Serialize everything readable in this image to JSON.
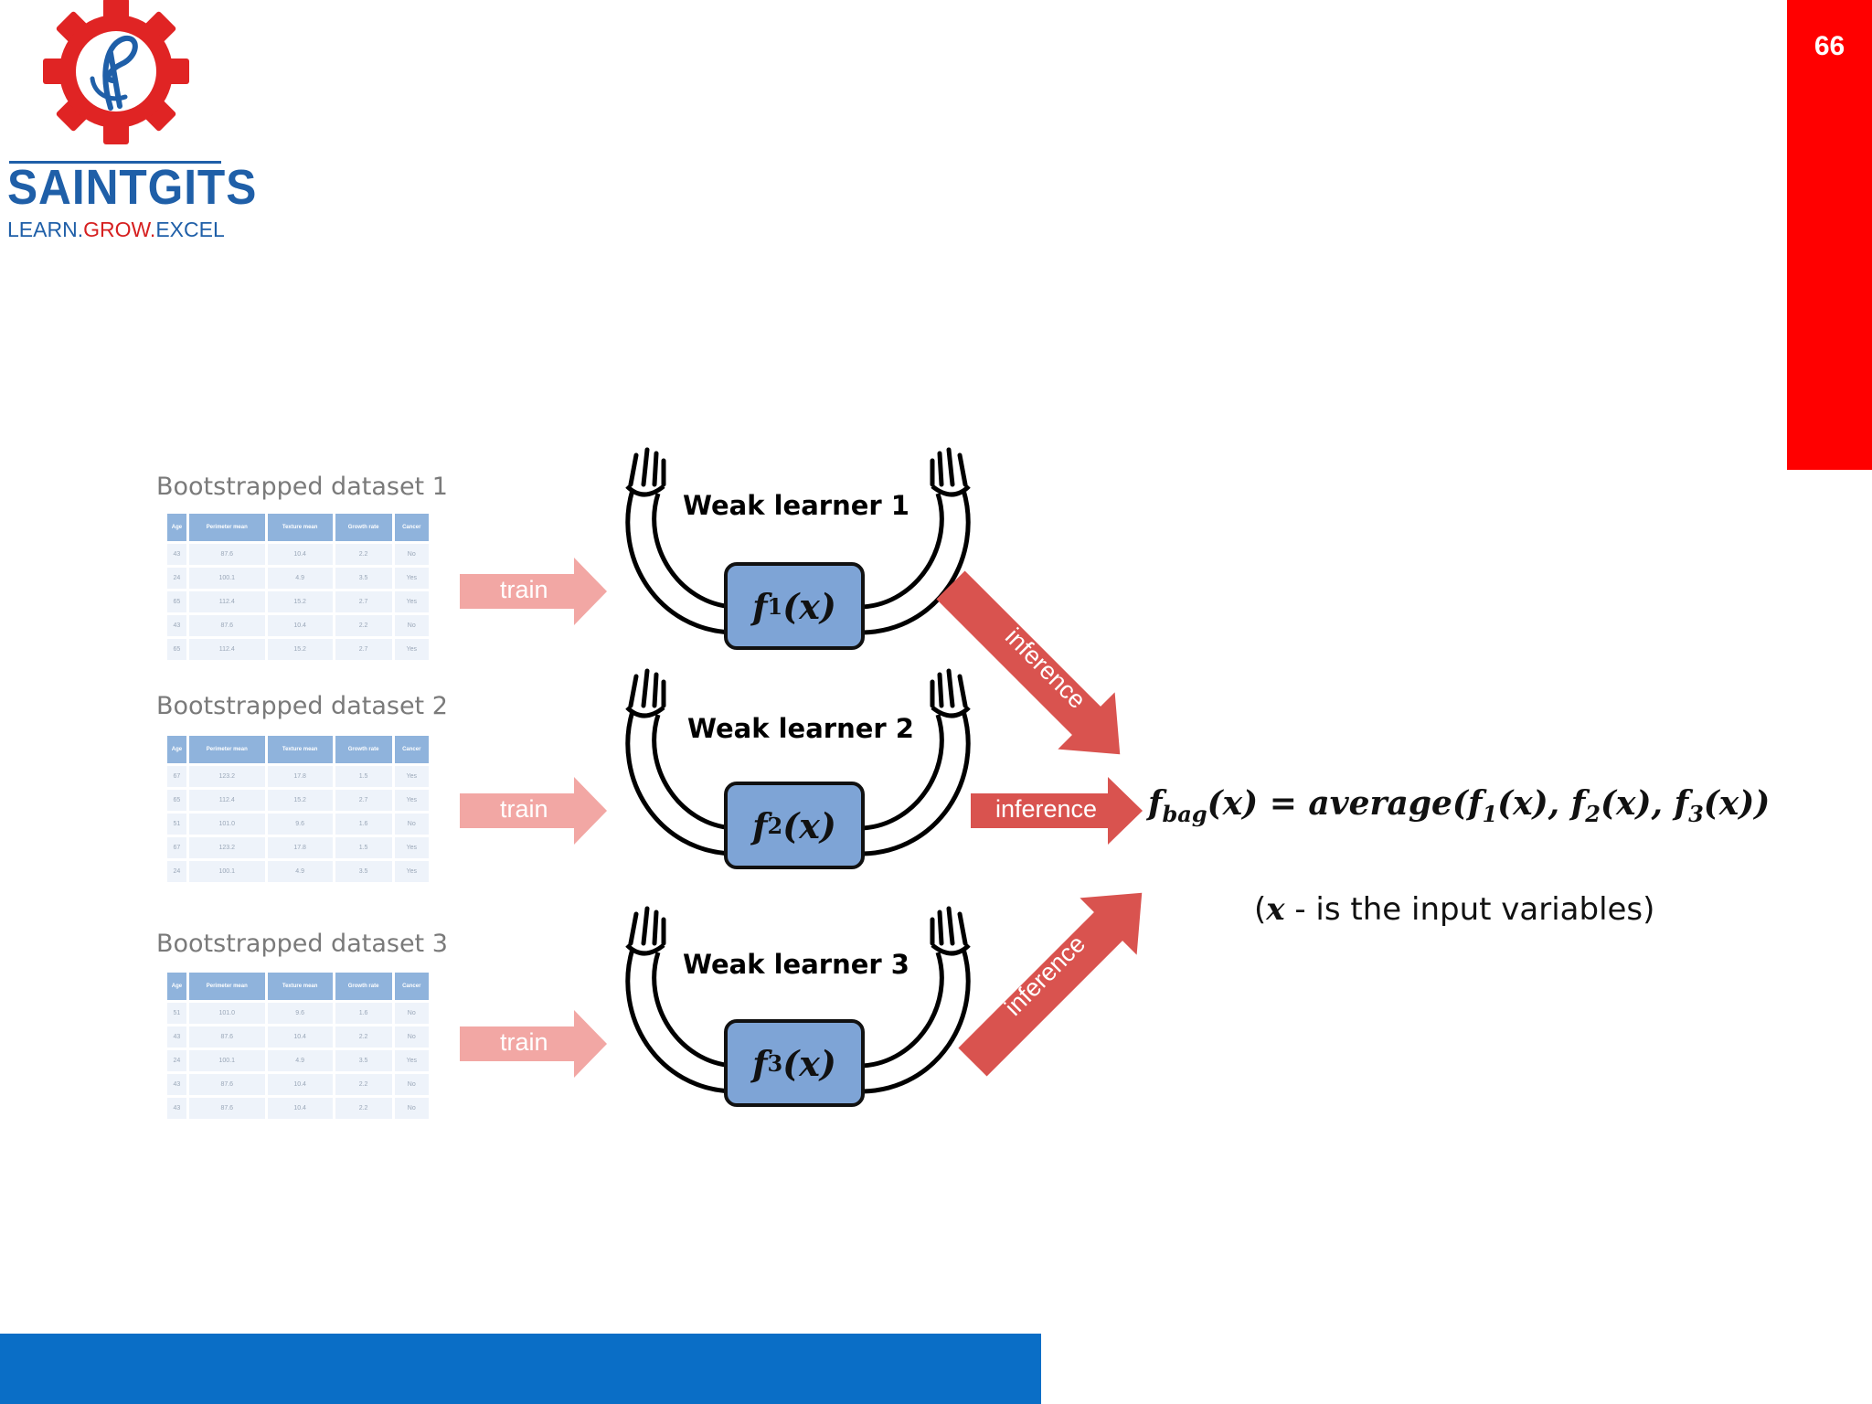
{
  "slide": {
    "page_number": "66"
  },
  "logo": {
    "name": "SAINTGITS",
    "tag_learn": "LEARN.",
    "tag_grow": "GROW.",
    "tag_excel": "EXCEL"
  },
  "colors": {
    "accent_red": "#ff0000",
    "footer_blue": "#0a6ec6",
    "arrow_red": "#d9534f",
    "arrow_pink": "#f2a7a4",
    "box_blue": "#7ea4d6"
  },
  "table_headers": [
    "Age",
    "Perimeter mean",
    "Texture mean",
    "Growth rate",
    "Cancer"
  ],
  "datasets": [
    {
      "title": "Bootstrapped dataset 1",
      "rows": [
        [
          "43",
          "87.6",
          "10.4",
          "2.2",
          "No"
        ],
        [
          "24",
          "100.1",
          "4.9",
          "3.5",
          "Yes"
        ],
        [
          "65",
          "112.4",
          "15.2",
          "2.7",
          "Yes"
        ],
        [
          "43",
          "87.6",
          "10.4",
          "2.2",
          "No"
        ],
        [
          "65",
          "112.4",
          "15.2",
          "2.7",
          "Yes"
        ]
      ]
    },
    {
      "title": "Bootstrapped dataset 2",
      "rows": [
        [
          "67",
          "123.2",
          "17.8",
          "1.5",
          "Yes"
        ],
        [
          "65",
          "112.4",
          "15.2",
          "2.7",
          "Yes"
        ],
        [
          "51",
          "101.0",
          "9.6",
          "1.6",
          "No"
        ],
        [
          "67",
          "123.2",
          "17.8",
          "1.5",
          "Yes"
        ],
        [
          "24",
          "100.1",
          "4.9",
          "3.5",
          "Yes"
        ]
      ]
    },
    {
      "title": "Bootstrapped dataset 3",
      "rows": [
        [
          "51",
          "101.0",
          "9.6",
          "1.6",
          "No"
        ],
        [
          "43",
          "87.6",
          "10.4",
          "2.2",
          "No"
        ],
        [
          "24",
          "100.1",
          "4.9",
          "3.5",
          "Yes"
        ],
        [
          "43",
          "87.6",
          "10.4",
          "2.2",
          "No"
        ],
        [
          "43",
          "87.6",
          "10.4",
          "2.2",
          "No"
        ]
      ]
    }
  ],
  "arrows": {
    "train": "train",
    "inference": "inference"
  },
  "learners": [
    {
      "title": "Weak learner 1",
      "func": "f",
      "sub": "1",
      "arg": "(x)"
    },
    {
      "title": "Weak learner 2",
      "func": "f",
      "sub": "2",
      "arg": "(x)"
    },
    {
      "title": "Weak learner 3",
      "func": "f",
      "sub": "3",
      "arg": "(x)"
    }
  ],
  "formula": {
    "lhs_f": "f",
    "lhs_sub": "bag",
    "lhs_arg": "(x) = average(",
    "t1_f": "f",
    "t1_sub": "1",
    "t1_arg": "(x), ",
    "t2_f": "f",
    "t2_sub": "2",
    "t2_arg": "(x), ",
    "t3_f": "f",
    "t3_sub": "3",
    "t3_arg": "(x))"
  },
  "note": {
    "open": "(",
    "x": "x",
    "rest": " - is the input variables)"
  }
}
